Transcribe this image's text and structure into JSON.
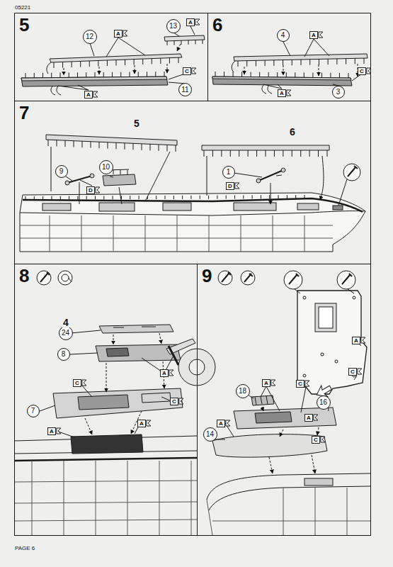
{
  "diagram": {
    "nodes": [
      {
        "text": [
          "5"
        ]
      },
      {
        "text": [
          "12"
        ],
        "in": 0
      },
      {
        "text": [
          "13"
        ],
        "in": 0
      },
      {
        "text": [
          "11"
        ],
        "in": 0
      },
      {
        "text": [
          "6"
        ]
      },
      {
        "text": [
          "4"
        ],
        "in": 4
      },
      {
        "text": [
          "3"
        ],
        "in": 4
      },
      {
        "text": [
          "7"
        ]
      },
      {
        "text": [
          "9"
        ],
        "in": 7
      },
      {
        "text": [
          "10"
        ],
        "in": 7
      },
      {
        "text": [
          "1"
        ],
        "in": 7
      },
      {
        "text": [
          "8"
        ]
      },
      {
        "text": [
          "24"
        ],
        "in": 11
      },
      {
        "text": [
          "8"
        ],
        "in": 11
      },
      {
        "text": [
          "7"
        ],
        "in": 11
      },
      {
        "text": [
          "9"
        ]
      },
      {
        "text": [
          "18"
        ],
        "in": 15
      },
      {
        "text": [
          "16"
        ],
        "in": 15
      },
      {
        "text": [
          "14"
        ],
        "in": 15
      }
    ],
    "labels": [
      "05221",
      "A",
      "A",
      "C",
      "A",
      "A",
      "C",
      "A",
      "5",
      "6",
      "D",
      "D",
      "4",
      "A",
      "C",
      "C",
      "A",
      "A",
      "A",
      "C",
      "A",
      "C",
      "A",
      "A",
      "C",
      "PAGE 6"
    ]
  }
}
